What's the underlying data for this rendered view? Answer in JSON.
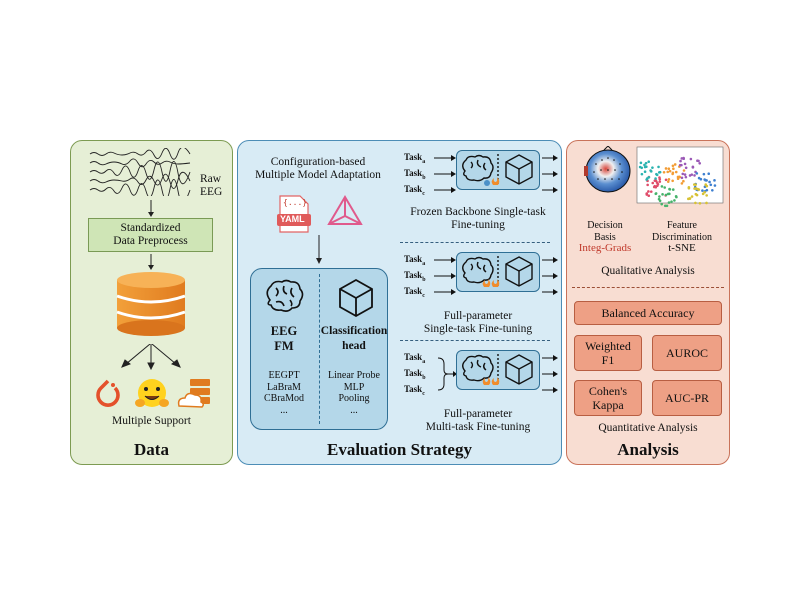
{
  "data_panel": {
    "title": "Data",
    "raw_eeg": [
      "Raw",
      "EEG"
    ],
    "preprocess": [
      "Standardized",
      "Data Preprocess"
    ],
    "support_label": "Multiple Support",
    "icons": [
      "pytorch-icon",
      "huggingface-icon",
      "cloud-server-icon"
    ]
  },
  "eval_panel": {
    "title": "Evaluation Strategy",
    "config_title": [
      "Configuration-based",
      "Multiple Model Adaptation"
    ],
    "yaml_label": "YAML",
    "yaml_braces": "{...}",
    "fm_title": [
      "EEG",
      "FM"
    ],
    "fm_models": [
      "EEGPT",
      "LaBraM",
      "CBraMod",
      "..."
    ],
    "head_title": [
      "Classification",
      "head"
    ],
    "head_models": [
      "Linear Probe",
      "MLP",
      "Pooling",
      "..."
    ],
    "task_prefix": "Task",
    "task_subs": [
      "a",
      "b",
      "c"
    ],
    "strategies": [
      {
        "caption": [
          "Frozen Backbone Single-task",
          "Fine-tuning"
        ]
      },
      {
        "caption": [
          "Full-parameter",
          "Single-task Fine-tuning"
        ]
      },
      {
        "caption": [
          "Full-parameter",
          "Multi-task Fine-tuning"
        ]
      }
    ]
  },
  "analysis_panel": {
    "title": "Analysis",
    "decision": [
      "Decision",
      "Basis"
    ],
    "integ": "Integ-Grads",
    "feature": [
      "Feature",
      "Discrimination"
    ],
    "tsne": "t-SNE",
    "qualitative": "Qualitative Analysis",
    "metrics": {
      "balanced": "Balanced Accuracy",
      "weighted": [
        "Weighted",
        "F1"
      ],
      "auroc": "AUROC",
      "kappa": [
        "Cohen's",
        "Kappa"
      ],
      "aucpr": "AUC-PR"
    },
    "quantitative": "Quantitative Analysis"
  },
  "colors": {
    "data_bg": "#e6efd6",
    "eval_bg": "#d8ebf5",
    "analysis_bg": "#f8ddd2",
    "metric_box": "#eea085",
    "integ_text": "#c0392b"
  }
}
